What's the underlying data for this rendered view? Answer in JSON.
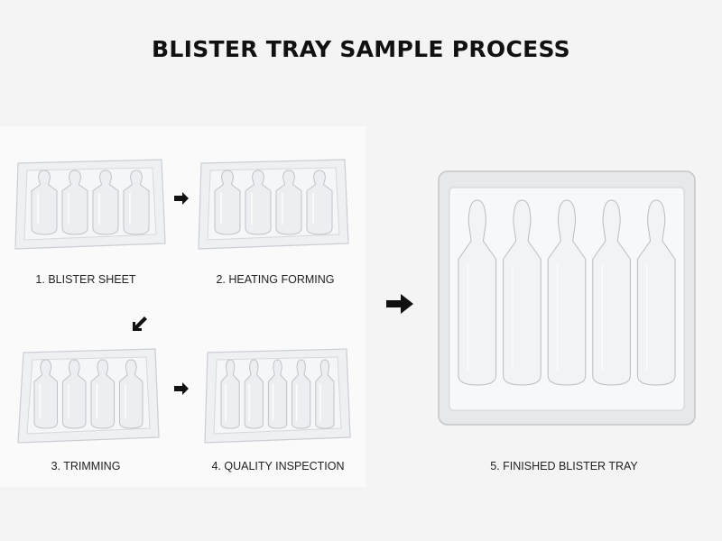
{
  "title": "BLISTER TRAY SAMPLE PROCESS",
  "steps": [
    {
      "label": "1. BLISTER SHEET",
      "cavities": 4
    },
    {
      "label": "2. HEATING FORMING",
      "cavities": 4
    },
    {
      "label": "3. TRIMMING",
      "cavities": 4
    },
    {
      "label": "4. QUALITY INSPECTION",
      "cavities": 5
    },
    {
      "label": "5. FINISHED BLISTER TRAY",
      "cavities": 5
    }
  ],
  "colors": {
    "background": "#f4f4f4",
    "tray_edge": "#c8ccd2",
    "tray_fill": "#eef0f2",
    "arrow": "#111111"
  },
  "icons": {
    "arrow_right": "arrow-right-icon",
    "arrow_down_left": "arrow-down-left-icon"
  }
}
